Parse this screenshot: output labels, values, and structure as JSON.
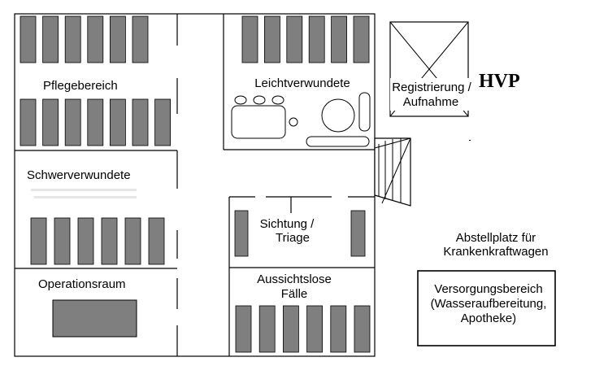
{
  "title": "HVP",
  "colors": {
    "bed": "#7f7f7f",
    "line": "#000000",
    "background": "#ffffff"
  },
  "rooms": {
    "pflege": {
      "label": "Pflegebereich"
    },
    "leicht": {
      "label": "Leichtverwundete"
    },
    "schwer": {
      "label": "Schwerverwundete"
    },
    "op": {
      "label": "Operationsraum"
    },
    "sichtung": {
      "label_line1": "Sichtung /",
      "label_line2": "Triage"
    },
    "aussichtslos": {
      "label_line1": "Aussichtslose",
      "label_line2": "Fälle"
    },
    "registrierung": {
      "label_line1": "Registrierung /",
      "label_line2": "Aufnahme"
    },
    "abstellplatz": {
      "label_line1": "Abstellplatz für",
      "label_line2": "Krankenkraftwagen"
    },
    "versorgung": {
      "label_line1": "Versorgungsbereich",
      "label_line2": "(Wasseraufbereitung,",
      "label_line3": "Apotheke)"
    }
  }
}
